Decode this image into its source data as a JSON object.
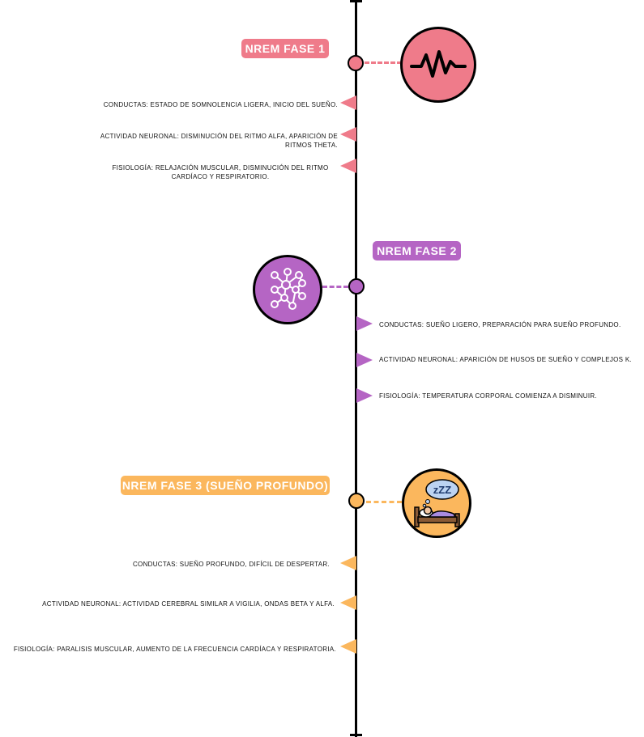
{
  "colors": {
    "phase1": "#ef7b8a",
    "phase2": "#b565c4",
    "phase3": "#fbb75d",
    "line": "#000000"
  },
  "phases": [
    {
      "title": "NREM FASE 1",
      "icon": "heartbeat-icon",
      "items": [
        "CONDUCTAS: ESTADO DE SOMNOLENCIA LIGERA, INICIO DEL SUEÑO.",
        "ACTIVIDAD NEURONAL: DISMINUCIÓN DEL RITMO ALFA, APARICIÓN DE RITMOS THETA.",
        "FISIOLOGÍA: RELAJACIÓN MUSCULAR, DISMINUCIÓN DEL RITMO CARDÍACO Y RESPIRATORIO."
      ]
    },
    {
      "title": "NREM FASE 2",
      "icon": "neural-network-icon",
      "items": [
        "CONDUCTAS: SUEÑO LIGERO, PREPARACIÓN PARA SUEÑO PROFUNDO.",
        "ACTIVIDAD NEURONAL: APARICIÓN DE HUSOS DE SUEÑO Y COMPLEJOS K.",
        "FISIOLOGÍA: TEMPERATURA CORPORAL COMIENZA A DISMINUIR."
      ]
    },
    {
      "title": "NREM FASE 3 (SUEÑO PROFUNDO)",
      "icon": "sleeping-bed-icon",
      "items": [
        "CONDUCTAS: SUEÑO PROFUNDO, DIFÍCIL DE DESPERTAR.",
        "ACTIVIDAD NEURONAL: ACTIVIDAD CEREBRAL SIMILAR A VIGILIA, ONDAS BETA Y ALFA.",
        "FISIOLOGÍA: PARALISIS MUSCULAR, AUMENTO DE LA FRECUENCIA CARDÍACA Y RESPIRATORIA."
      ]
    }
  ],
  "icon_text": {
    "zzz": "zZZ"
  }
}
